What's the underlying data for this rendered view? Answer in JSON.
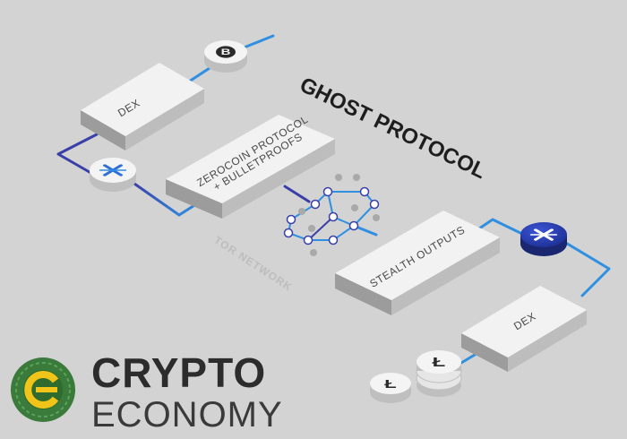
{
  "title": "GHOST PROTOCOL",
  "blocks": {
    "dex_top": "DEX",
    "zerocoin_line1": "ZEROCOIN PROTOCOL",
    "zerocoin_line2": "+ BULLETPROOFS",
    "stealth": "STEALTH OUTPUTS",
    "dex_bottom": "DEX"
  },
  "tor_network": "TOR NETWORK",
  "logo": {
    "line1": "CRYPTO",
    "line2": "ECONOMY"
  },
  "coins": {
    "bitcoin_icon": "bitcoin-icon",
    "particl_icon": "particl-icon",
    "litecoin_icon": "litecoin-icon"
  },
  "colors": {
    "background": "#d3d3d3",
    "block_top": "#f2f2f2",
    "line_blue": "#2f7fd0",
    "line_dark_blue": "#3a3fa8",
    "accent_dark": "#1f2d8a",
    "logo_green": "#3a7a3a",
    "logo_yellow": "#f0c419"
  }
}
